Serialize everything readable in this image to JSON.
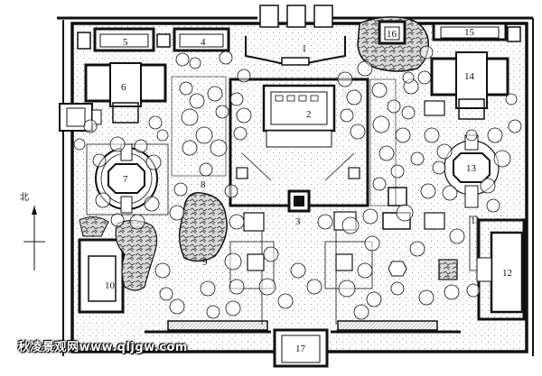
{
  "plan": {
    "area_labels": [
      "1",
      "2",
      "3",
      "4",
      "5",
      "6",
      "7",
      "8",
      "9",
      "10",
      "11",
      "12",
      "13",
      "14",
      "15",
      "16",
      "17"
    ],
    "north": {
      "label": "北"
    },
    "watermark": "秋凌景观网www.qljgw.com"
  }
}
